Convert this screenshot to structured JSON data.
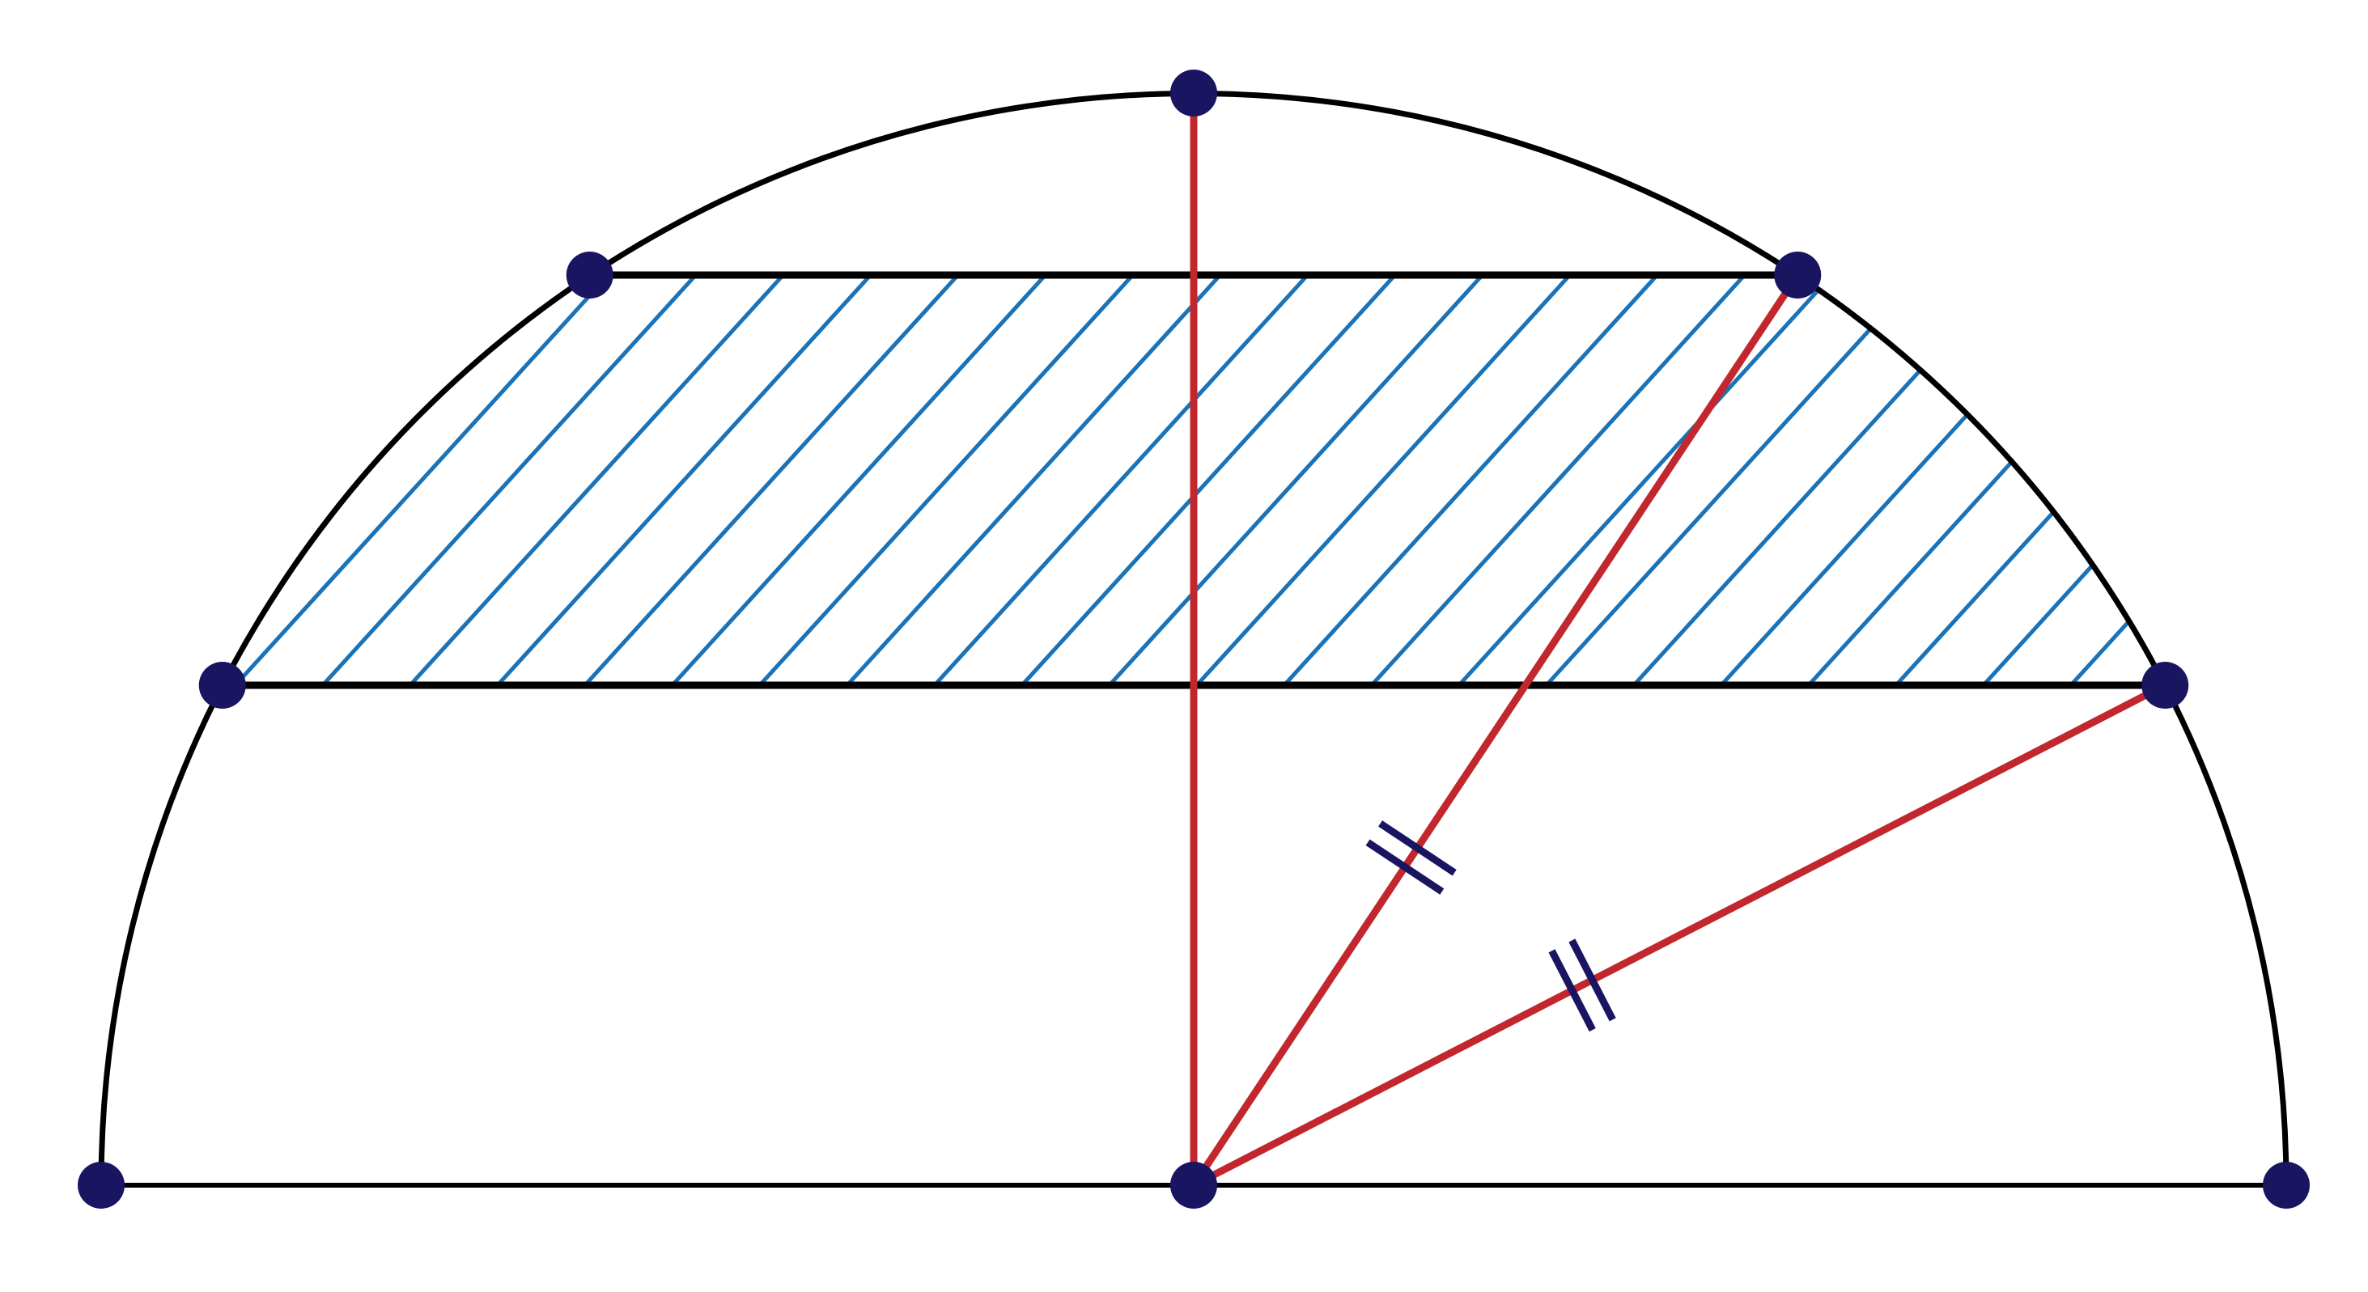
{
  "diagram": {
    "description_free": true,
    "colors": {
      "background": "#ffffff",
      "outline": "#000000",
      "hatch": "#1a73b8",
      "radius": "#c1272d",
      "point": "#191561",
      "tick": "#191561"
    },
    "points": [
      {
        "id": "diameter-left-end"
      },
      {
        "id": "center"
      },
      {
        "id": "diameter-right-end"
      },
      {
        "id": "arc-top"
      },
      {
        "id": "upper-chord-left"
      },
      {
        "id": "upper-chord-right"
      },
      {
        "id": "lower-chord-left"
      },
      {
        "id": "lower-chord-right"
      }
    ],
    "segments": [
      {
        "id": "diameter",
        "style": "outline"
      },
      {
        "id": "upper-chord",
        "style": "outline"
      },
      {
        "id": "lower-chord",
        "style": "outline"
      },
      {
        "id": "radius-to-top",
        "style": "radius"
      },
      {
        "id": "radius-to-upper-chord",
        "style": "radius",
        "tick_marks": 2
      },
      {
        "id": "radius-to-lower-chord",
        "style": "radius",
        "tick_marks": 2
      }
    ],
    "shaded_region": {
      "between": [
        "upper-chord",
        "lower-chord"
      ],
      "fill": "hatch"
    }
  }
}
